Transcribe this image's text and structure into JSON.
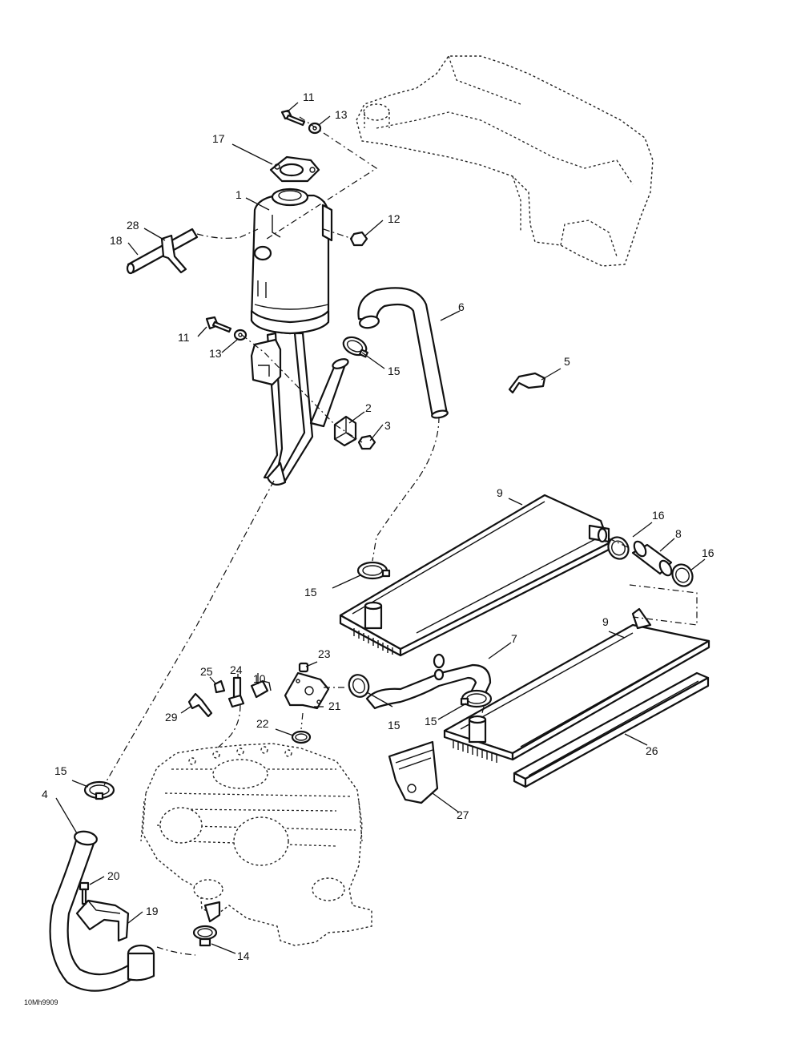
{
  "figure_code": "10Mh9909",
  "callouts": [
    {
      "number": "1",
      "part": "coolant-tank"
    },
    {
      "number": "2",
      "part": "tank-support-block"
    },
    {
      "number": "3",
      "part": "nut"
    },
    {
      "number": "4",
      "part": "lower-hose"
    },
    {
      "number": "5",
      "part": "clip"
    },
    {
      "number": "6",
      "part": "radiator-inlet-hose"
    },
    {
      "number": "7",
      "part": "outlet-elbow-hose"
    },
    {
      "number": "8",
      "part": "connector-hose"
    },
    {
      "number": "9",
      "part": "upper-radiator"
    },
    {
      "number": "9",
      "part": "lower-radiator"
    },
    {
      "number": "10",
      "part": "sensor-connector"
    },
    {
      "number": "11",
      "part": "upper-bolt"
    },
    {
      "number": "11",
      "part": "lower-bolt"
    },
    {
      "number": "12",
      "part": "tank-nut"
    },
    {
      "number": "13",
      "part": "upper-washer"
    },
    {
      "number": "13",
      "part": "lower-washer"
    },
    {
      "number": "14",
      "part": "pump-clamp"
    },
    {
      "number": "15",
      "part": "tank-outlet-clamp"
    },
    {
      "number": "15",
      "part": "radiator-inlet-clamp"
    },
    {
      "number": "15",
      "part": "outlet-housing-clamp"
    },
    {
      "number": "15",
      "part": "lower-radiator-clamp"
    },
    {
      "number": "15",
      "part": "lower-hose-clamp"
    },
    {
      "number": "16",
      "part": "radiator-clamp-left"
    },
    {
      "number": "16",
      "part": "radiator-clamp-right"
    },
    {
      "number": "17",
      "part": "pressure-cap"
    },
    {
      "number": "18",
      "part": "overflow-hose"
    },
    {
      "number": "19",
      "part": "hose-bracket"
    },
    {
      "number": "20",
      "part": "bracket-screw"
    },
    {
      "number": "21",
      "part": "outlet-housing"
    },
    {
      "number": "22",
      "part": "o-ring"
    },
    {
      "number": "23",
      "part": "bleed-screw"
    },
    {
      "number": "24",
      "part": "temperature-sensor"
    },
    {
      "number": "25",
      "part": "sensor-cap"
    },
    {
      "number": "26",
      "part": "protector-strip"
    },
    {
      "number": "27",
      "part": "deflector-plate"
    },
    {
      "number": "28",
      "part": "hose-clip"
    },
    {
      "number": "29",
      "part": "cable-clip"
    }
  ]
}
